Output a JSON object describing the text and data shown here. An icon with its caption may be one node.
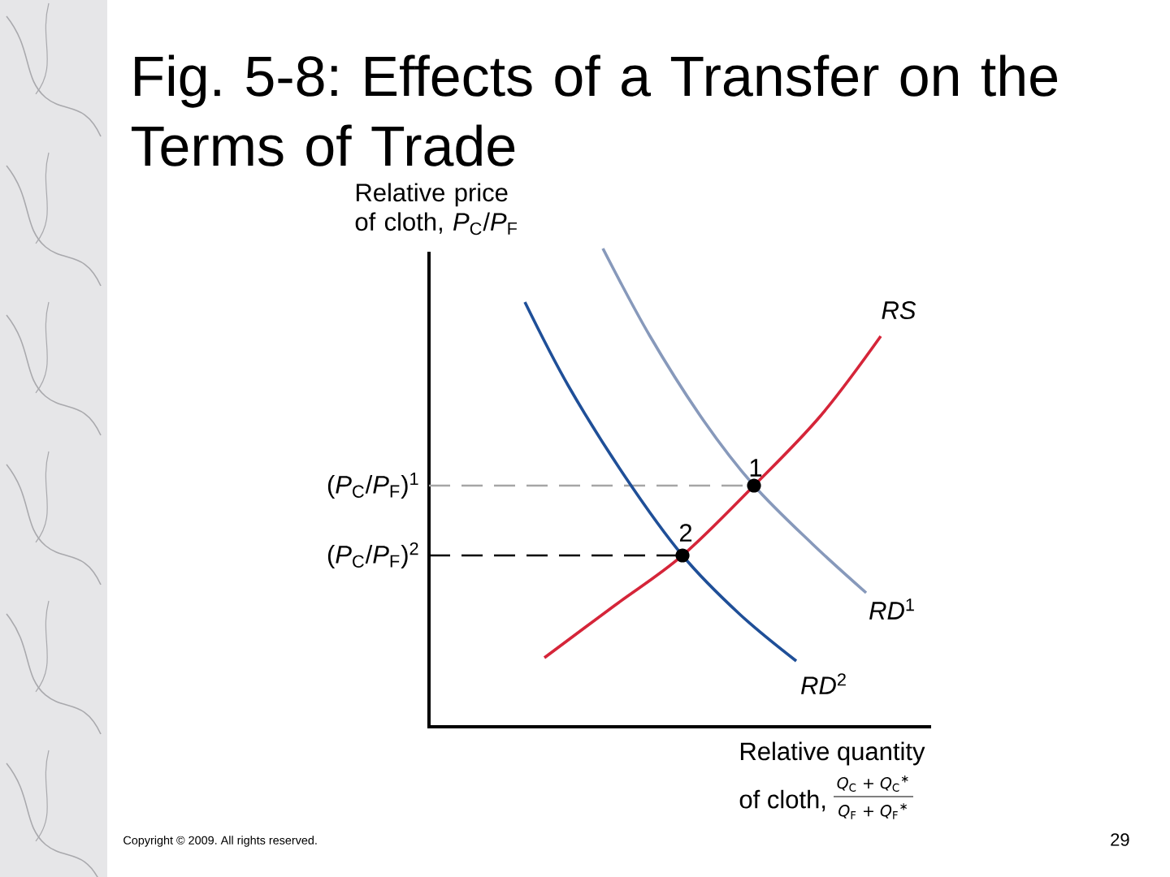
{
  "diagram": {
    "title": "Fig. 5-8: Effects of a Transfer on the Terms of Trade",
    "labels": [
      "Relative price of cloth, *P*$_{C}$/*P*$_{F}$",
      "RS",
      "1",
      "(*P*$_{C}$/*P*$_{F}$)$^{1}$",
      "2",
      "(*P*$_{C}$/*P*$_{F}$)$^{2}$",
      "*RD*$^{1}$",
      "*RD*$^{2}$",
      "Relative quantity",
      "of cloth,",
      "*Q*$_{C}$ + *Q*$_{C}$$^{∗}$",
      "*Q*$_{F}$ + *Q*$_{F}$$^{∗}$",
      "Copyright © 2009. All rights reserved.",
      "29"
    ]
  }
}
